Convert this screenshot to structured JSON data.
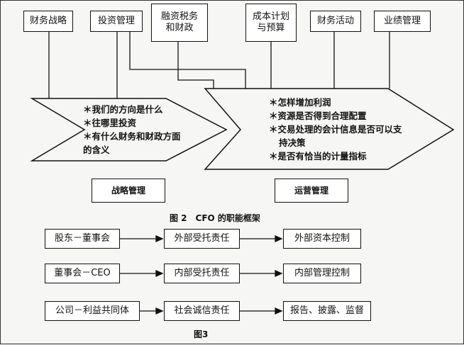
{
  "top_boxes": [
    {
      "id": "strategy",
      "label": "财务战略"
    },
    {
      "id": "investment",
      "label": "投资管理"
    },
    {
      "id": "financing",
      "label": "融资税务\n和财政"
    },
    {
      "id": "budget",
      "label": "成本计划\n与预算"
    },
    {
      "id": "activities",
      "label": "财务活动"
    },
    {
      "id": "performance",
      "label": "业绩管理"
    }
  ],
  "strategy_arrow": {
    "bullets": [
      "＊我们的方向是什么",
      "＊往哪里投资",
      "＊有什么财务和财政方面",
      "的含义"
    ],
    "label": "战略管理"
  },
  "operations_arrow": {
    "bullets": [
      "＊怎样增加利润",
      "＊资源是否得到合理配置",
      "＊交易处理的会计信息是否可以支",
      "持决策",
      "＊是否有恰当的计量指标"
    ],
    "label": "运营管理"
  },
  "figure2_caption": "图 2　CFO 的职能框架",
  "figure3_rows": [
    {
      "left": "股东－董事会",
      "middle": "外部受托责任",
      "right": "外部资本控制"
    },
    {
      "left": "董事会－CEO",
      "middle": "内部受托责任",
      "right": "内部管理控制"
    },
    {
      "left": "公司－利益共同体",
      "middle": "社会诚信责任",
      "right": "报告、披露、监督"
    }
  ],
  "figure3_caption": "图3"
}
